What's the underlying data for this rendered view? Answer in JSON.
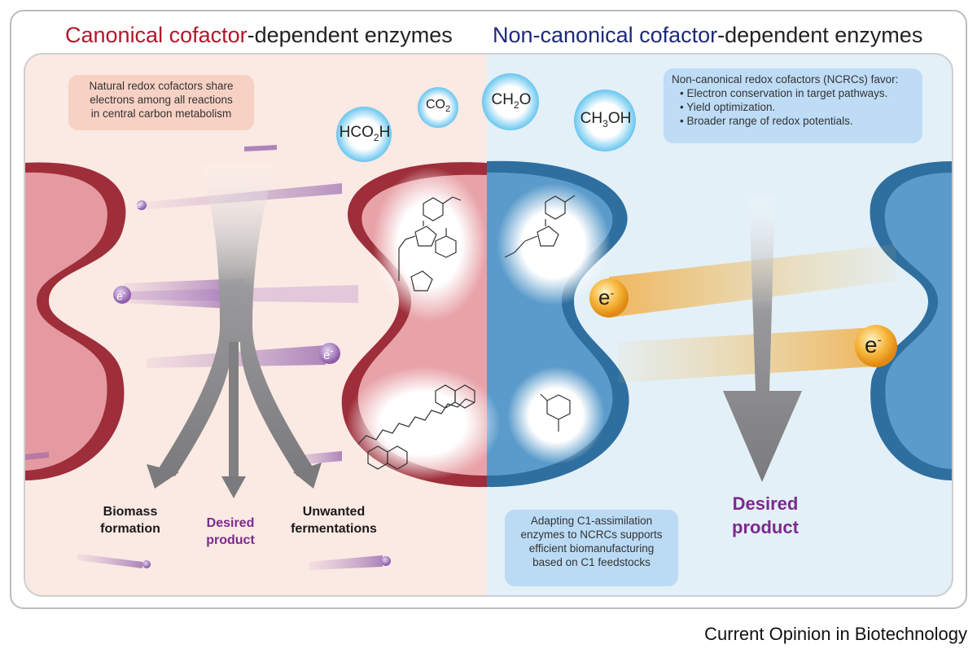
{
  "titles": {
    "left_highlight": "Canonical cofactor",
    "left_rest": "-dependent enzymes",
    "right_highlight": "Non-canonical cofactor",
    "right_rest": "-dependent enzymes"
  },
  "left_box": {
    "line1": "Natural redox cofactors share",
    "line2": "electrons among all reactions",
    "line3": "in central carbon metabolism"
  },
  "right_box": {
    "heading": "Non-canonical redox cofactors (NCRCs) favor:",
    "items": [
      "Electron conservation in target pathways.",
      "Yield optimization.",
      "Broader range of redox potentials."
    ]
  },
  "bottom_box": {
    "line1": "Adapting C1-assimilation",
    "line2": "enzymes to NCRCs supports",
    "line3": "efficient biomanufacturing",
    "line4": "based on C1 feedstocks"
  },
  "molecules": {
    "formic": {
      "base": "HCO",
      "sub": "2",
      "tail": "H"
    },
    "co2": {
      "base": "CO",
      "sub": "2",
      "tail": ""
    },
    "formaldehyde": {
      "base": "CH",
      "sub": "2",
      "tail": "O"
    },
    "methanol": {
      "base": "CH",
      "sub": "3",
      "tail": "OH"
    }
  },
  "outcomes_left": {
    "biomass_1": "Biomass",
    "biomass_2": "formation",
    "desired_1": "Desired",
    "desired_2": "product",
    "unwanted_1": "Unwanted",
    "unwanted_2": "fermentations"
  },
  "outcome_right": {
    "line1": "Desired",
    "line2": "product"
  },
  "electron": {
    "symbol": "e",
    "charge": "-"
  },
  "footer": "Current Opinion in Biotechnology",
  "colors": {
    "canonical_title": "#b2172a",
    "noncanonical_title": "#1d2a7a",
    "left_panel": "#fbe9e3",
    "right_panel": "#e3f0f8",
    "red_enzyme": "#c9606a",
    "blue_enzyme": "#4b8ec0",
    "purple_electron": "#8b5aa8",
    "orange_electron": "#f2a32a",
    "arrow_gray": "#8a8a8c",
    "desired_product": "#7b2a8e"
  }
}
